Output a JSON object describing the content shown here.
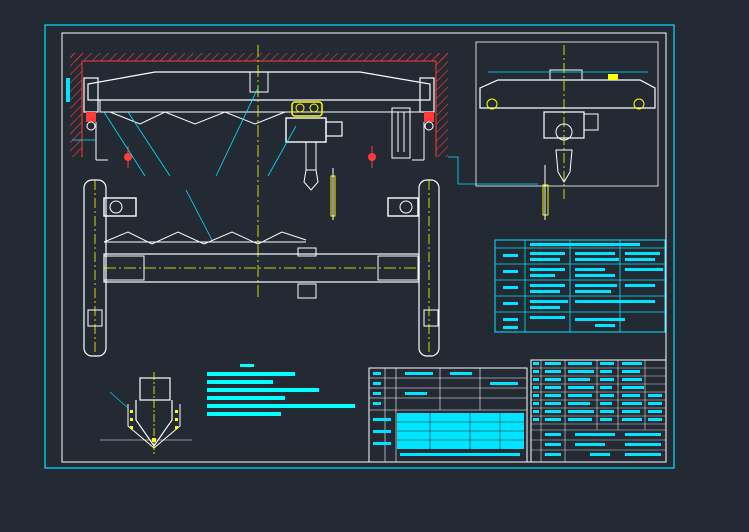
{
  "viewer": {
    "background_color": "#232a33"
  },
  "colors": {
    "frame": "#00e5ff",
    "structure": "#ffffff",
    "hatch": "#ff3b3b",
    "center_line": "#ffff00",
    "dimension": "#00ff66",
    "table_lines": "#00e5ff",
    "text_blocks": "#00ffff",
    "accent_magenta": "#ff00ff"
  },
  "drawing": {
    "views": [
      "front-elevation",
      "plan-view",
      "side-elevation",
      "end-carriage-section"
    ],
    "has_title_block": true,
    "has_parts_list": true,
    "has_spec_table": true,
    "has_notes_block": true
  }
}
